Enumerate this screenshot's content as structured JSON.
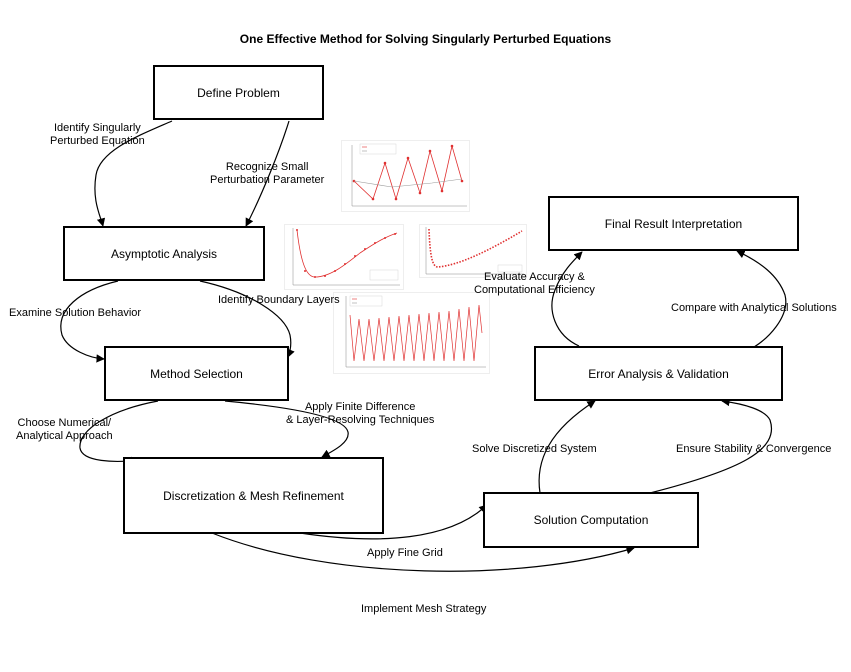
{
  "title": "One Effective Method for Solving Singularly Perturbed Equations",
  "nodes": {
    "define": "Define Problem",
    "asymptotic": "Asymptotic Analysis",
    "method": "Method Selection",
    "discretization": "Discretization & Mesh Refinement",
    "solution": "Solution Computation",
    "error": "Error Analysis & Validation",
    "final": "Final Result Interpretation"
  },
  "edges": {
    "identify_equation": "Identify Singularly\nPerturbed Equation",
    "recognize_parameter": "Recognize Small\nPerturbation Parameter",
    "examine_behavior": "Examine Solution Behavior",
    "identify_layers": "Identify Boundary Layers",
    "choose_approach": "Choose Numerical/\nAnalytical Approach",
    "apply_fd": "Apply Finite Difference\n& Layer-Resolving Techniques",
    "apply_grid": "Apply Fine Grid",
    "implement_mesh": "Implement Mesh Strategy",
    "solve_system": "Solve Discretized System",
    "ensure_stability": "Ensure Stability & Convergence",
    "evaluate_accuracy": "Evaluate Accuracy &\nComputational Efficiency",
    "compare_analytical": "Compare with Analytical Solutions"
  },
  "thumbnails": {
    "plot1": {
      "legend": [
        "Numerical solution",
        "Exact Solution"
      ],
      "series_color": "#e03030"
    },
    "plot2": {
      "legend": [
        "Numerical solution",
        "Exact Solution"
      ],
      "series_color": "#e03030"
    },
    "plot3": {
      "legend": [
        "Numerical solution",
        "Exact Solution"
      ],
      "series_color": "#e03030"
    },
    "plot4": {
      "legend": [
        "Numerical solution",
        "Exact Solution"
      ],
      "series_color": "#e03030"
    }
  }
}
